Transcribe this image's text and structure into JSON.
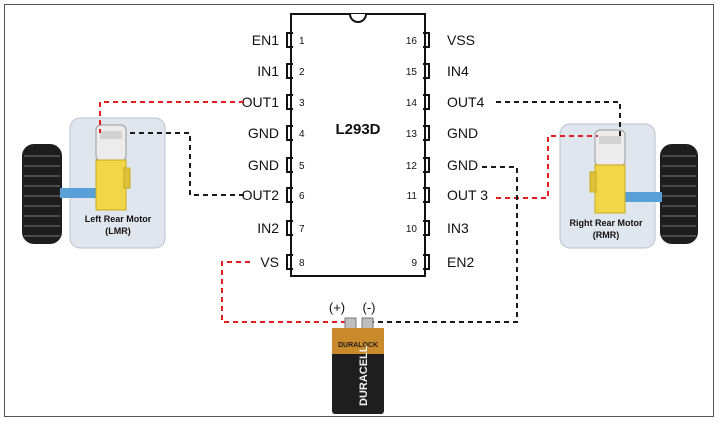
{
  "chip": {
    "name": "L293D",
    "left_pins": [
      {
        "num": "1",
        "label": "EN1"
      },
      {
        "num": "2",
        "label": "IN1"
      },
      {
        "num": "3",
        "label": "OUT1"
      },
      {
        "num": "4",
        "label": "GND"
      },
      {
        "num": "5",
        "label": "GND"
      },
      {
        "num": "6",
        "label": "OUT2"
      },
      {
        "num": "7",
        "label": "IN2"
      },
      {
        "num": "8",
        "label": "VS"
      }
    ],
    "right_pins": [
      {
        "num": "16",
        "label": "VSS"
      },
      {
        "num": "15",
        "label": "IN4"
      },
      {
        "num": "14",
        "label": "OUT4"
      },
      {
        "num": "13",
        "label": "GND"
      },
      {
        "num": "12",
        "label": "GND"
      },
      {
        "num": "11",
        "label": "OUT 3"
      },
      {
        "num": "10",
        "label": "IN3"
      },
      {
        "num": "9",
        "label": "EN2"
      }
    ]
  },
  "motors": {
    "left": {
      "line1": "Left Rear Motor",
      "line2": "(LMR)"
    },
    "right": {
      "line1": "Right Rear Motor",
      "line2": "(RMR)"
    }
  },
  "battery": {
    "plus": "(+)",
    "minus": "(-)",
    "brand": "DURACELL",
    "small": "DURALOCK"
  },
  "colors": {
    "positive_wire": "#e02020",
    "negative_wire": "#1a1a1a",
    "motor_yellow": "#f2d64a",
    "shaft_blue": "#5aa0d8"
  }
}
